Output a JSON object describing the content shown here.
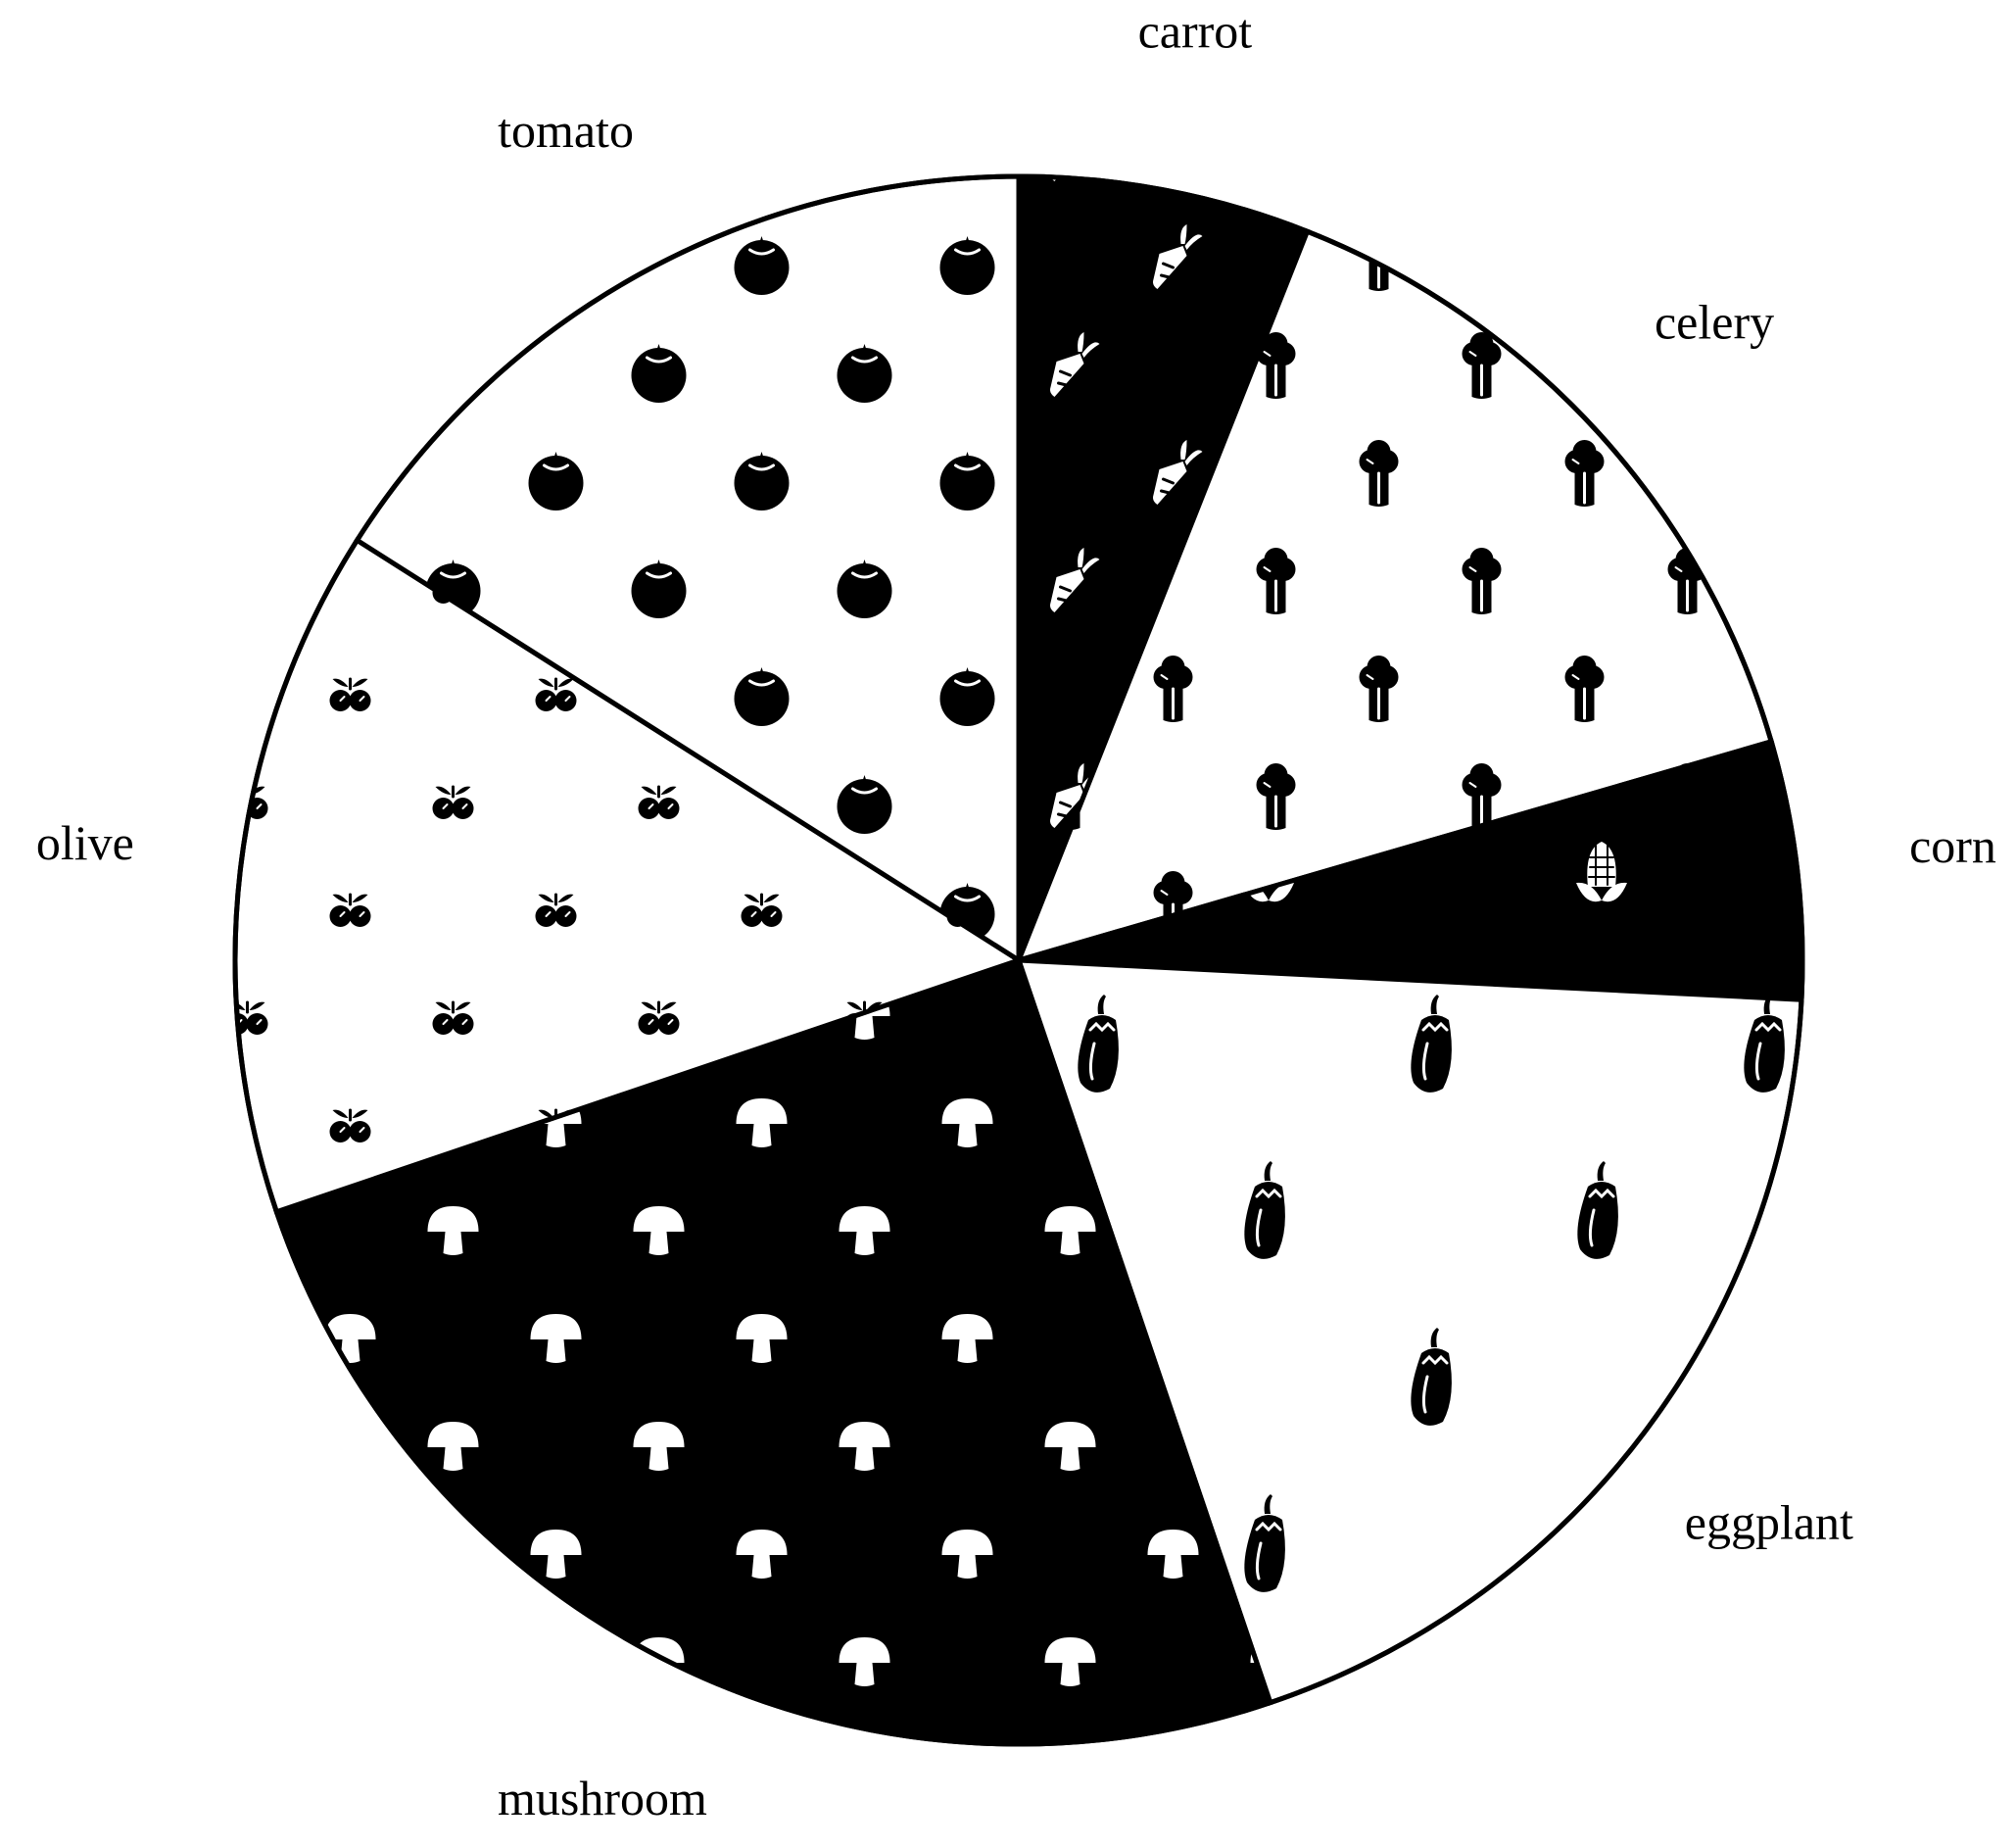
{
  "chart_data": {
    "type": "pie",
    "start_angle_deg": 0,
    "direction": "clockwise",
    "slices": [
      {
        "label": "carrot",
        "value": 6.0,
        "fill": "#000000",
        "icon": "carrot-icon",
        "icon_color": "#ffffff"
      },
      {
        "label": "celery",
        "value": 14.5,
        "fill": "#ffffff",
        "icon": "celery-icon",
        "icon_color": "#000000"
      },
      {
        "label": "corn",
        "value": 5.3,
        "fill": "#000000",
        "icon": "corn-icon",
        "icon_color": "#ffffff"
      },
      {
        "label": "eggplant",
        "value": 19.0,
        "fill": "#ffffff",
        "icon": "eggplant-icon",
        "icon_color": "#000000"
      },
      {
        "label": "mushroom",
        "value": 25.0,
        "fill": "#000000",
        "icon": "mushroom-icon",
        "icon_color": "#ffffff"
      },
      {
        "label": "olive",
        "value": 14.2,
        "fill": "#ffffff",
        "icon": "olive-icon",
        "icon_color": "#000000"
      },
      {
        "label": "tomato",
        "value": 16.0,
        "fill": "#ffffff",
        "icon": "tomato-icon",
        "icon_color": "#000000"
      }
    ]
  }
}
